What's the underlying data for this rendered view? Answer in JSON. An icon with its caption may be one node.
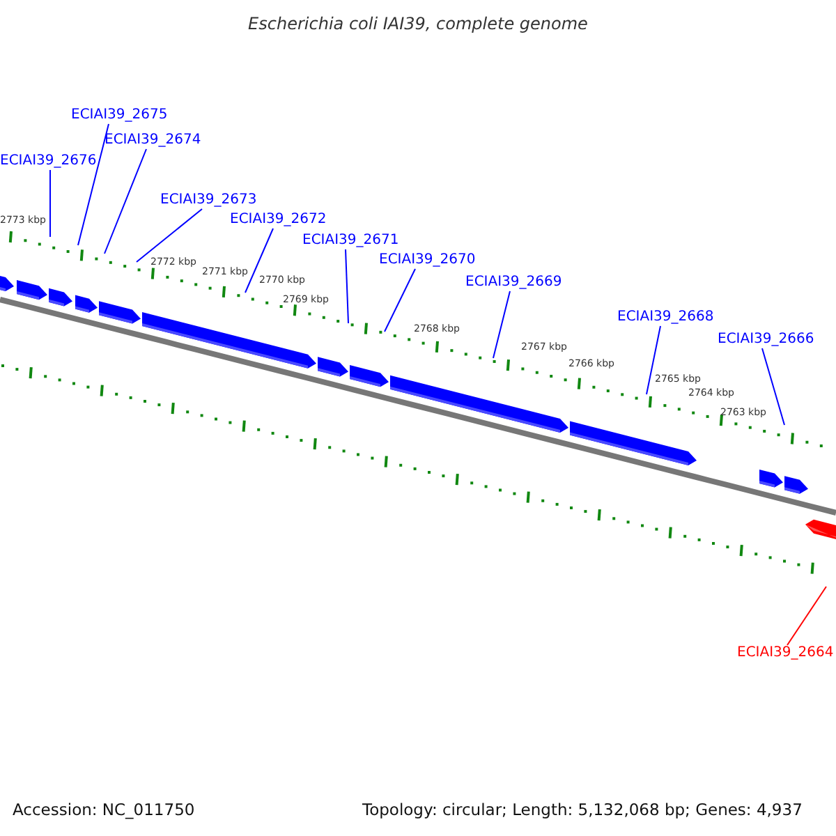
{
  "diagram": {
    "title": "Escherichia coli IAI39, complete genome",
    "nodes": [
      {
        "text": [
          "ECIAI39_2675"
        ]
      },
      {
        "text": [
          "ECIAI39_2674"
        ]
      },
      {
        "text": [
          "ECIAI39_2676"
        ]
      },
      {
        "text": [
          "ECIAI39_2673"
        ]
      },
      {
        "text": [
          "ECIAI39_2672"
        ]
      },
      {
        "text": [
          "ECIAI39_2671"
        ]
      },
      {
        "text": [
          "ECIAI39_2670"
        ]
      },
      {
        "text": [
          "ECIAI39_2669"
        ]
      },
      {
        "text": [
          "ECIAI39_2668"
        ]
      },
      {
        "text": [
          "ECIAI39_2666"
        ]
      },
      {
        "text": [
          "ECIAI39_2664"
        ]
      }
    ],
    "edges": [
      {
        "from": 0,
        "to": null,
        "arrow": "none"
      },
      {
        "from": 1,
        "to": null,
        "arrow": "none"
      },
      {
        "from": 2,
        "to": null,
        "arrow": "none"
      },
      {
        "from": 3,
        "to": null,
        "arrow": "none"
      },
      {
        "from": 4,
        "to": null,
        "arrow": "none"
      },
      {
        "from": 5,
        "to": null,
        "arrow": "none"
      },
      {
        "from": 6,
        "to": null,
        "arrow": "none"
      },
      {
        "from": 7,
        "to": null,
        "arrow": "none"
      },
      {
        "from": 8,
        "to": null,
        "arrow": "none"
      },
      {
        "from": 9,
        "to": null,
        "arrow": "none"
      },
      {
        "from": 10,
        "to": null,
        "arrow": "none",
        "color": "#ff0000"
      }
    ],
    "labels": [
      "2773 kbp",
      "2772 kbp",
      "2771 kbp",
      "2770 kbp",
      "2769 kbp",
      "2768 kbp",
      "2767 kbp",
      "2766 kbp",
      "2765 kbp",
      "2764 kbp",
      "2763 kbp",
      "Accession: NC_011750",
      "Topology: circular; Length: 5,132,068 bp; Genes: 4,937"
    ]
  }
}
